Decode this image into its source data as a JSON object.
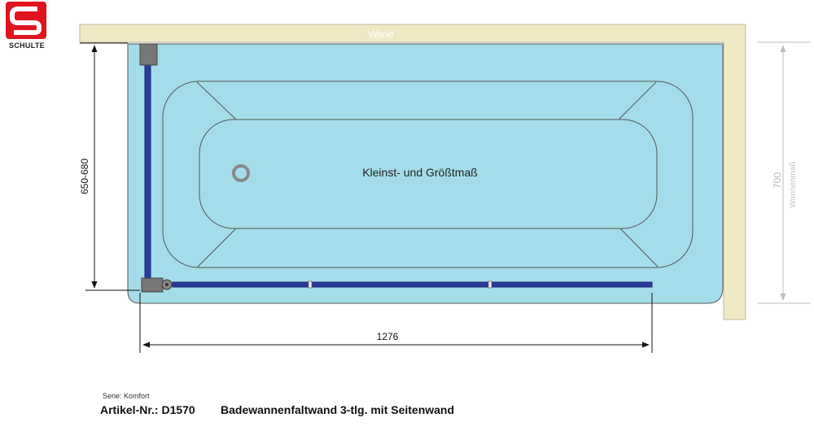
{
  "logo": {
    "text": "SCHULTE",
    "color": "#e0141e"
  },
  "diagram": {
    "wall_label": "Wand",
    "tub_label": "Kleinst- und Größtmaß",
    "dim_height": "650-680",
    "dim_width": "1276",
    "dim_tub_value": "700",
    "dim_tub_label": "Wannenmaß"
  },
  "footer": {
    "serie": "Serie: Komfort",
    "article": "Artikel-Nr.: D1570",
    "title": "Badewannenfaltwand 3-tlg. mit Seitenwand"
  },
  "colors": {
    "wall": "#efe9c4",
    "tub_outer": "#a4dde9",
    "tub_line": "#555555",
    "profile": "#2c3a9c",
    "fitting": "#777777",
    "dim_line": "#111111",
    "dim_grey": "#b8b8b8"
  }
}
